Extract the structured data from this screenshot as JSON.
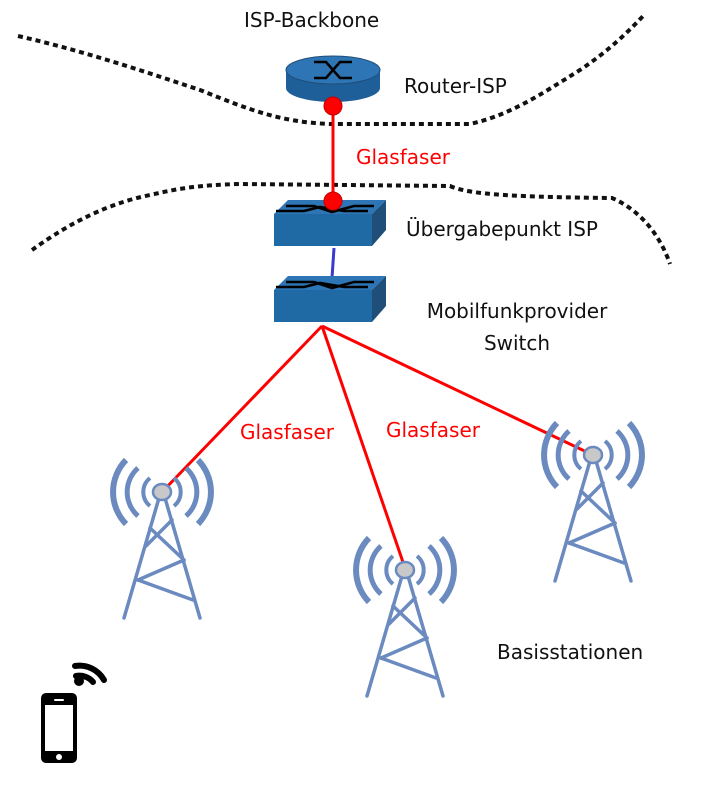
{
  "labels": {
    "backbone": "ISP-Backbone",
    "router": "Router-ISP",
    "fiber_top": "Glasfaser",
    "handover": "Übergabepunkt ISP",
    "mobile_switch_line1": "Mobilfunkprovider",
    "mobile_switch_line2": "Switch",
    "fiber_left": "Glasfaser",
    "fiber_right": "Glasfaser",
    "base_stations": "Basisstationen"
  },
  "colors": {
    "fiber": "#ff0000",
    "device_blue": "#2e75b6",
    "device_dark": "#1f4e79",
    "tower": "#6a8ac0",
    "link_blue": "#3a3ad0",
    "boundary": "#111111"
  },
  "nodes": [
    {
      "id": "router-isp",
      "type": "router-icon"
    },
    {
      "id": "handover-switch",
      "type": "switch-icon"
    },
    {
      "id": "mobile-switch",
      "type": "switch-icon"
    },
    {
      "id": "tower-left",
      "type": "cell-tower-icon"
    },
    {
      "id": "tower-middle",
      "type": "cell-tower-icon"
    },
    {
      "id": "tower-right",
      "type": "cell-tower-icon"
    },
    {
      "id": "smartphone",
      "type": "smartphone-icon"
    }
  ],
  "edges": [
    {
      "from": "router-isp",
      "to": "handover-switch",
      "label": "Glasfaser",
      "medium": "fiber"
    },
    {
      "from": "handover-switch",
      "to": "mobile-switch",
      "medium": "copper"
    },
    {
      "from": "mobile-switch",
      "to": "tower-left",
      "label": "Glasfaser",
      "medium": "fiber"
    },
    {
      "from": "mobile-switch",
      "to": "tower-middle",
      "medium": "fiber"
    },
    {
      "from": "mobile-switch",
      "to": "tower-right",
      "label": "Glasfaser",
      "medium": "fiber"
    }
  ]
}
